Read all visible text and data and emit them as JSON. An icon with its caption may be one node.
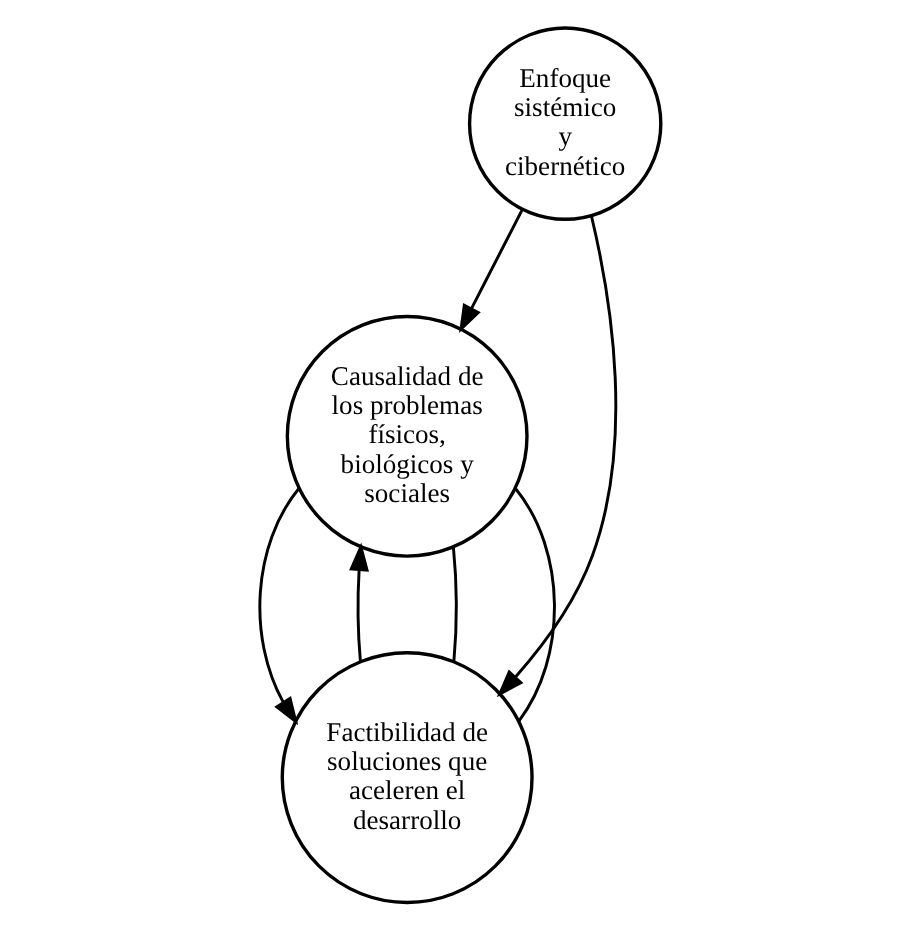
{
  "diagram": {
    "nodes": [
      {
        "text": [
          "Causalidad de los problemas físicos, biológicos y sociales"
        ]
      },
      {
        "text": [
          "Enfoque sistémico y cibernético"
        ]
      },
      {
        "text": [
          "Factibilidad de soluciones que aceleren el desarrollo"
        ]
      }
    ],
    "edges": [
      {
        "from": 1,
        "to": 0,
        "arrow": "to"
      },
      {
        "from": 1,
        "to": 2,
        "arrow": "to"
      },
      {
        "from": 2,
        "to": 0,
        "arrow": "to"
      },
      {
        "from": 0,
        "to": 2,
        "arrow": "to"
      },
      {
        "from": 0,
        "to": 2,
        "arrow": "none"
      },
      {
        "from": 2,
        "to": 0,
        "arrow": "none"
      }
    ]
  }
}
